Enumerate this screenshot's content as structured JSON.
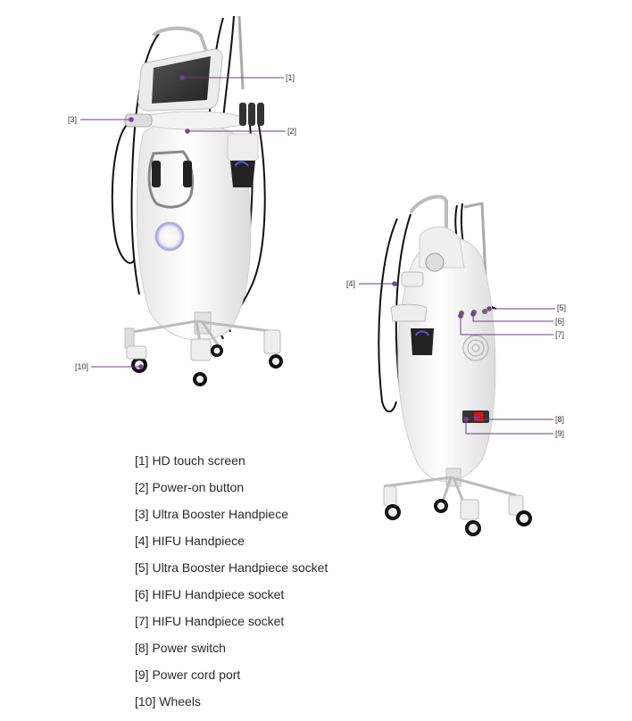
{
  "callouts": [
    {
      "id": "1",
      "text": "[1]"
    },
    {
      "id": "2",
      "text": "[2]"
    },
    {
      "id": "3",
      "text": "[3]"
    },
    {
      "id": "4",
      "text": "[4]"
    },
    {
      "id": "5",
      "text": "[5]"
    },
    {
      "id": "6",
      "text": "[6]"
    },
    {
      "id": "7",
      "text": "[7]"
    },
    {
      "id": "8",
      "text": "[8]"
    },
    {
      "id": "9",
      "text": "[9]"
    },
    {
      "id": "10",
      "text": "[10]"
    }
  ],
  "legend": [
    "[1] HD touch screen",
    "[2] Power-on button",
    "[3] Ultra Booster Handpiece",
    "[4] HIFU Handpiece",
    "[5] Ultra Booster Handpiece socket",
    "[6] HIFU Handpiece socket",
    "[7] HIFU Handpiece socket",
    "[8] Power switch",
    "[9] Power cord port",
    "[10] Wheels"
  ],
  "colors": {
    "marker": "#7a3f9a",
    "line": "#6b3d87",
    "body": "#f4f4f4",
    "outline": "#c9c9c9",
    "cable": "#111111",
    "accent": "#5a57d8"
  }
}
